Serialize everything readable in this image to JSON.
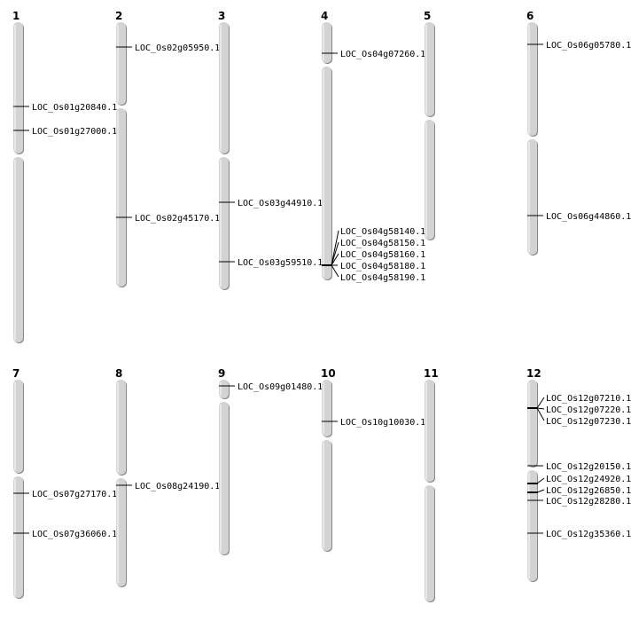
{
  "colors": {
    "chromosome_fill": "#d3d3d3",
    "chromosome_shadow": "#888888",
    "marker": "#000000"
  },
  "chromosomes": [
    {
      "name": "1",
      "genes": [
        "LOC_Os01g20840.1",
        "LOC_Os01g27000.1"
      ]
    },
    {
      "name": "2",
      "genes": [
        "LOC_Os02g05950.1",
        "LOC_Os02g45170.1"
      ]
    },
    {
      "name": "3",
      "genes": [
        "LOC_Os03g44910.1",
        "LOC_Os03g59510.1"
      ]
    },
    {
      "name": "4",
      "genes": [
        "LOC_Os04g07260.1",
        "LOC_Os04g58140.1",
        "LOC_Os04g58150.1",
        "LOC_Os04g58160.1",
        "LOC_Os04g58180.1",
        "LOC_Os04g58190.1"
      ]
    },
    {
      "name": "5",
      "genes": []
    },
    {
      "name": "6",
      "genes": [
        "LOC_Os06g05780.1",
        "LOC_Os06g44860.1"
      ]
    },
    {
      "name": "7",
      "genes": [
        "LOC_Os07g27170.1",
        "LOC_Os07g36060.1"
      ]
    },
    {
      "name": "8",
      "genes": [
        "LOC_Os08g24190.1"
      ]
    },
    {
      "name": "9",
      "genes": [
        "LOC_Os09g01480.1"
      ]
    },
    {
      "name": "10",
      "genes": [
        "LOC_Os10g10030.1"
      ]
    },
    {
      "name": "11",
      "genes": []
    },
    {
      "name": "12",
      "genes": [
        "LOC_Os12g07210.1",
        "LOC_Os12g07220.1",
        "LOC_Os12g07230.1",
        "LOC_Os12g20150.1",
        "LOC_Os12g24920.1",
        "LOC_Os12g26850.1",
        "LOC_Os12g28280.1",
        "LOC_Os12g35360.1"
      ]
    }
  ]
}
